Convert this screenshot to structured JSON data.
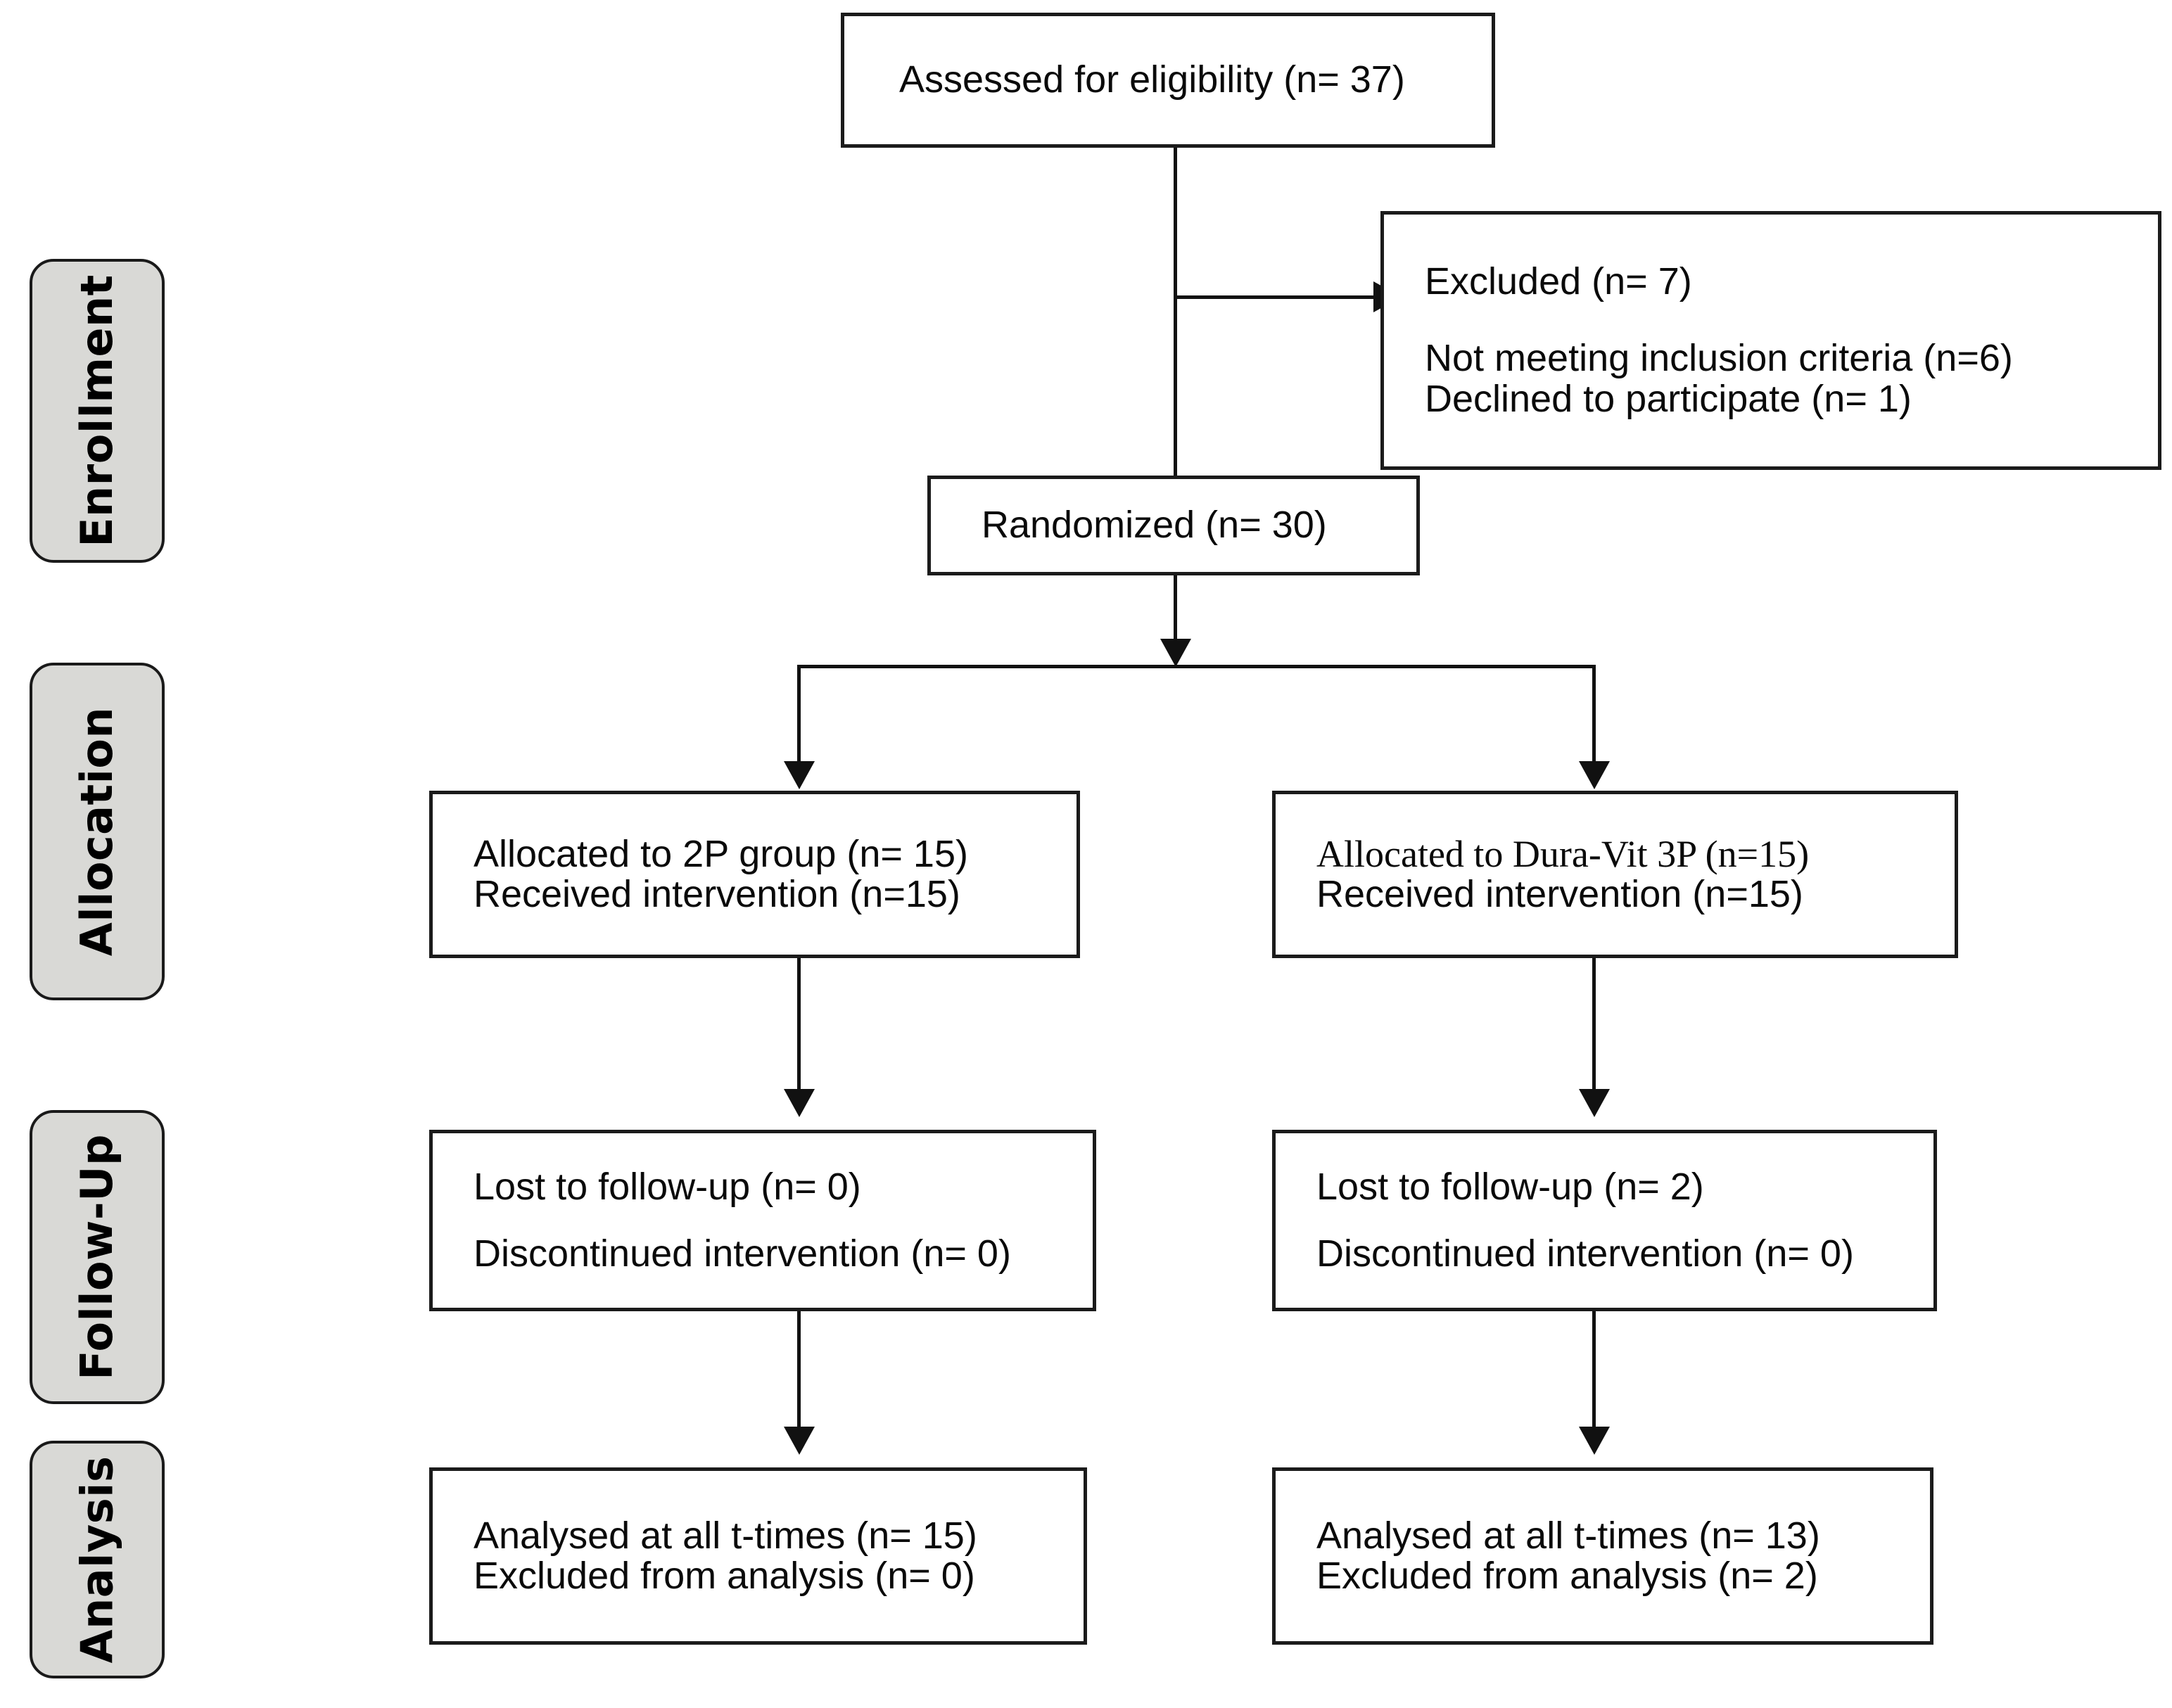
{
  "diagram": {
    "title": "CONSORT participant flow diagram",
    "colors": {
      "stage_pill_fill": "#d9d9d6",
      "stage_pill_border": "#1a1a1a",
      "box_border": "#1b1b1b",
      "box_fill": "#ffffff",
      "connector": "#111111",
      "text": "#0a0a0a"
    },
    "stages": [
      {
        "id": "enrollment",
        "label": "Enrollment"
      },
      {
        "id": "allocation",
        "label": "Allocation"
      },
      {
        "id": "follow_up",
        "label": "Follow-Up"
      },
      {
        "id": "analysis",
        "label": "Analysis"
      }
    ],
    "boxes": {
      "assessed": {
        "lines": [
          "Assessed for eligibility (n= 37)"
        ]
      },
      "excluded": {
        "lines": [
          "Excluded (n= 7)",
          "Not meeting inclusion criteria (n=6)",
          "Declined to participate (n= 1)"
        ]
      },
      "randomized": {
        "lines": [
          "Randomized (n= 30)"
        ]
      },
      "allocated_left": {
        "lines": [
          "Allocated to 2P group (n= 15)",
          " Received intervention (n=15)"
        ]
      },
      "allocated_right": {
        "lines": [
          "Allocated to Dura-Vit 3P (n=15)",
          "Received intervention (n=15)"
        ]
      },
      "followup_left": {
        "lines": [
          "Lost to follow-up (n= 0)",
          "Discontinued intervention (n= 0)"
        ]
      },
      "followup_right": {
        "lines": [
          "Lost to follow-up (n= 2)",
          "Discontinued intervention (n= 0)"
        ]
      },
      "analysis_left": {
        "lines": [
          "Analysed at all t-times (n= 15)",
          "Excluded from analysis (n= 0)"
        ]
      },
      "analysis_right": {
        "lines": [
          "Analysed at all t-times (n= 13)",
          "Excluded from analysis (n= 2)"
        ]
      }
    }
  }
}
